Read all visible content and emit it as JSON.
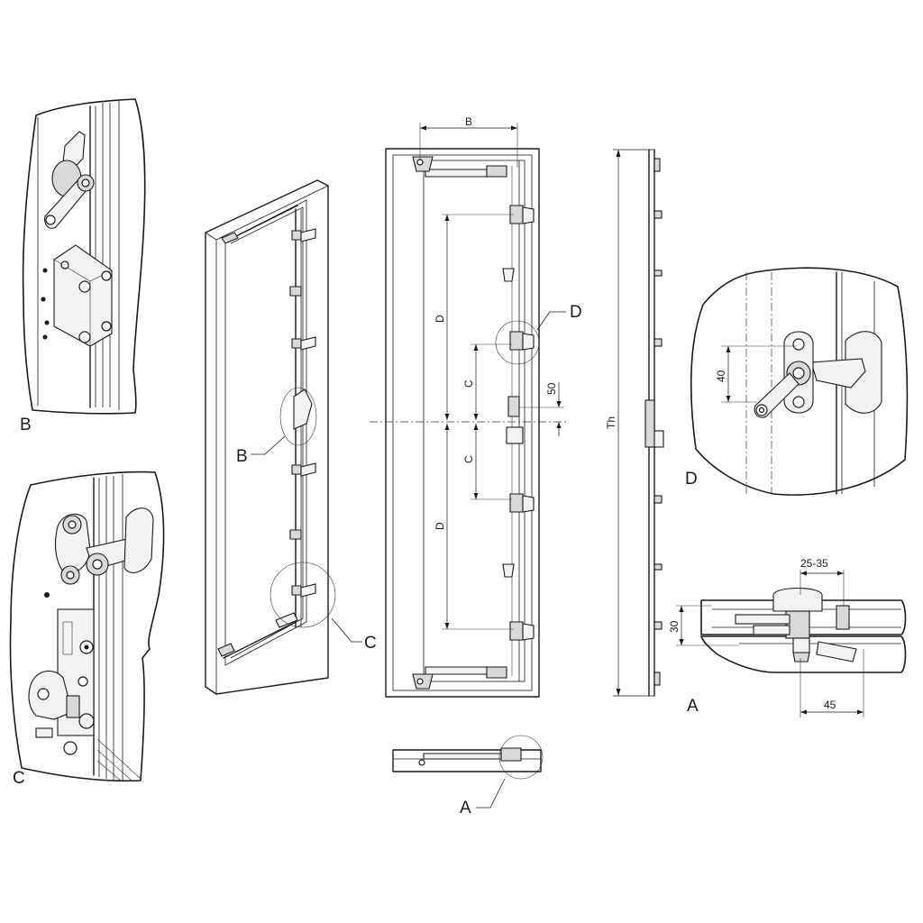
{
  "detail_labels": {
    "b": "B",
    "c": "C",
    "d": "D",
    "a": "A"
  },
  "callouts": {
    "b": "B",
    "c": "C",
    "d": "D",
    "a": "A"
  },
  "dimensions": {
    "width": "B",
    "spacing_d_upper": "D",
    "spacing_d_lower": "D",
    "spacing_c_upper": "C",
    "spacing_c_lower": "C",
    "offset": "50",
    "total_height": "Th",
    "detail_d_spacing": "40",
    "detail_a_range": "25-35",
    "detail_a_depth": "30",
    "detail_a_offset": "45"
  }
}
